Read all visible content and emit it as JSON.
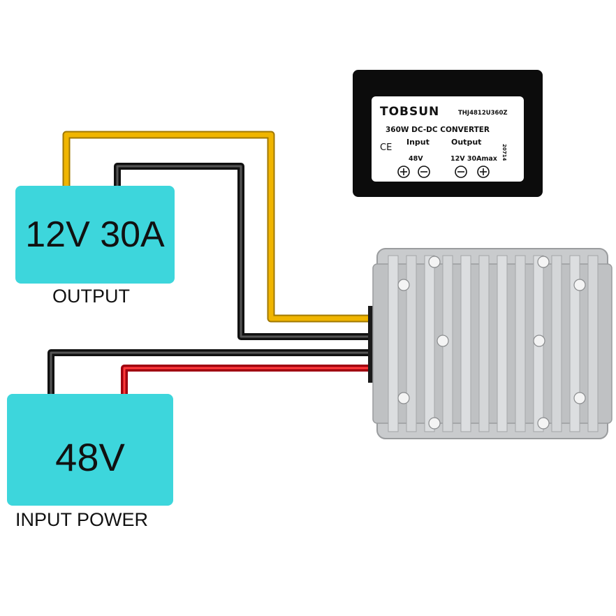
{
  "output_block": {
    "text": "12V 30A",
    "caption": "OUTPUT",
    "color": "#3dd6dc"
  },
  "input_block": {
    "text": "48V",
    "caption": "INPUT POWER",
    "color": "#3dd6dc"
  },
  "converter_label": {
    "brand": "TOBSUN",
    "model": "THJ4812U360Z",
    "description": "360W DC-DC CONVERTER",
    "ce_mark": "CE",
    "input_header": "Input",
    "output_header": "Output",
    "input_value": "48V",
    "output_value": "12V 30Amax",
    "side_code": "20714"
  },
  "wires": {
    "yellow": "#f0b500",
    "black": "#222222",
    "red": "#e0141e"
  }
}
